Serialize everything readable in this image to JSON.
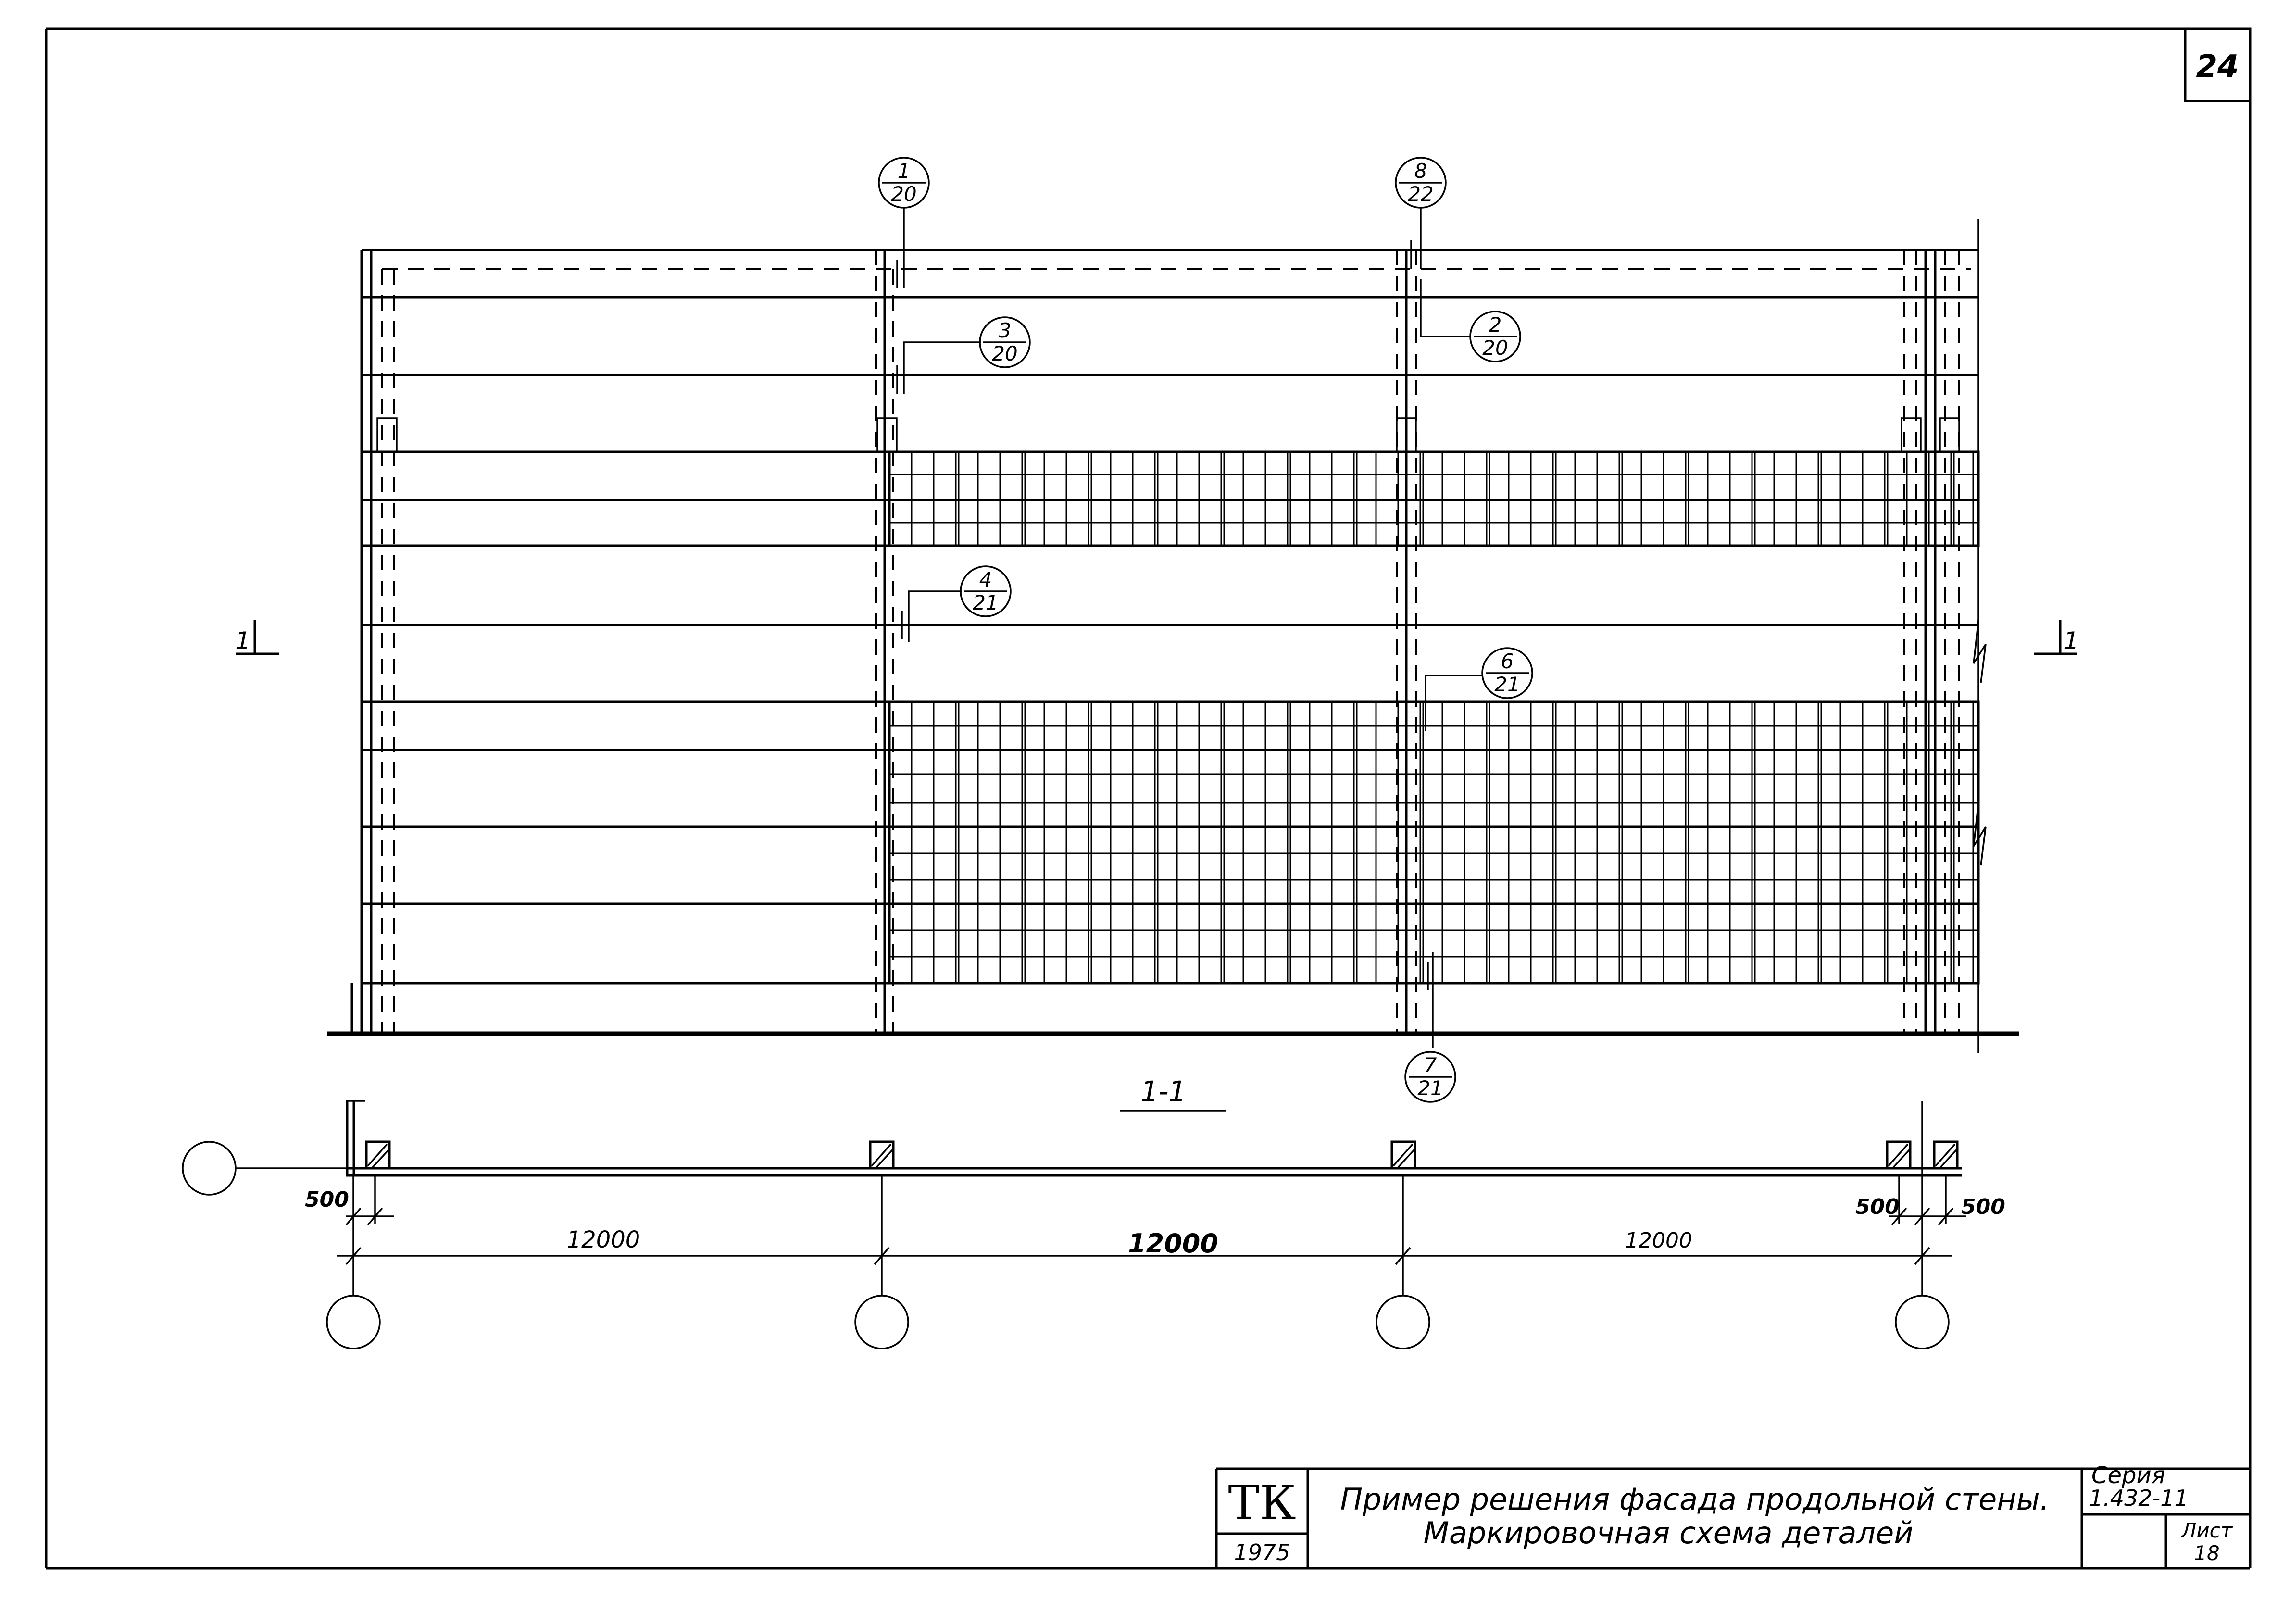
{
  "sheet": {
    "page_number": "24"
  },
  "callouts": [
    {
      "id": "c1",
      "top": "1",
      "bottom": "20"
    },
    {
      "id": "c8",
      "top": "8",
      "bottom": "22"
    },
    {
      "id": "c3",
      "top": "3",
      "bottom": "20"
    },
    {
      "id": "c2",
      "top": "2",
      "bottom": "20"
    },
    {
      "id": "c4",
      "top": "4",
      "bottom": "21"
    },
    {
      "id": "c6",
      "top": "6",
      "bottom": "21"
    },
    {
      "id": "c7",
      "top": "7",
      "bottom": "21"
    }
  ],
  "section": {
    "marker_left": "1",
    "marker_right": "1",
    "title": "1-1"
  },
  "dimensions": {
    "spans": [
      "12000",
      "12000",
      "12000"
    ],
    "offset_left": "500",
    "offset_right_a": "500",
    "offset_right_b": "500"
  },
  "title_block": {
    "logo": "ТК",
    "year": "1975",
    "title_line1": "Пример решения фасада продольной стены.",
    "title_line2": "Маркировочная схема деталей",
    "series_label": "Серия",
    "series_value": "1.432-11",
    "sheet_label": "Лист",
    "sheet_value": "18"
  }
}
